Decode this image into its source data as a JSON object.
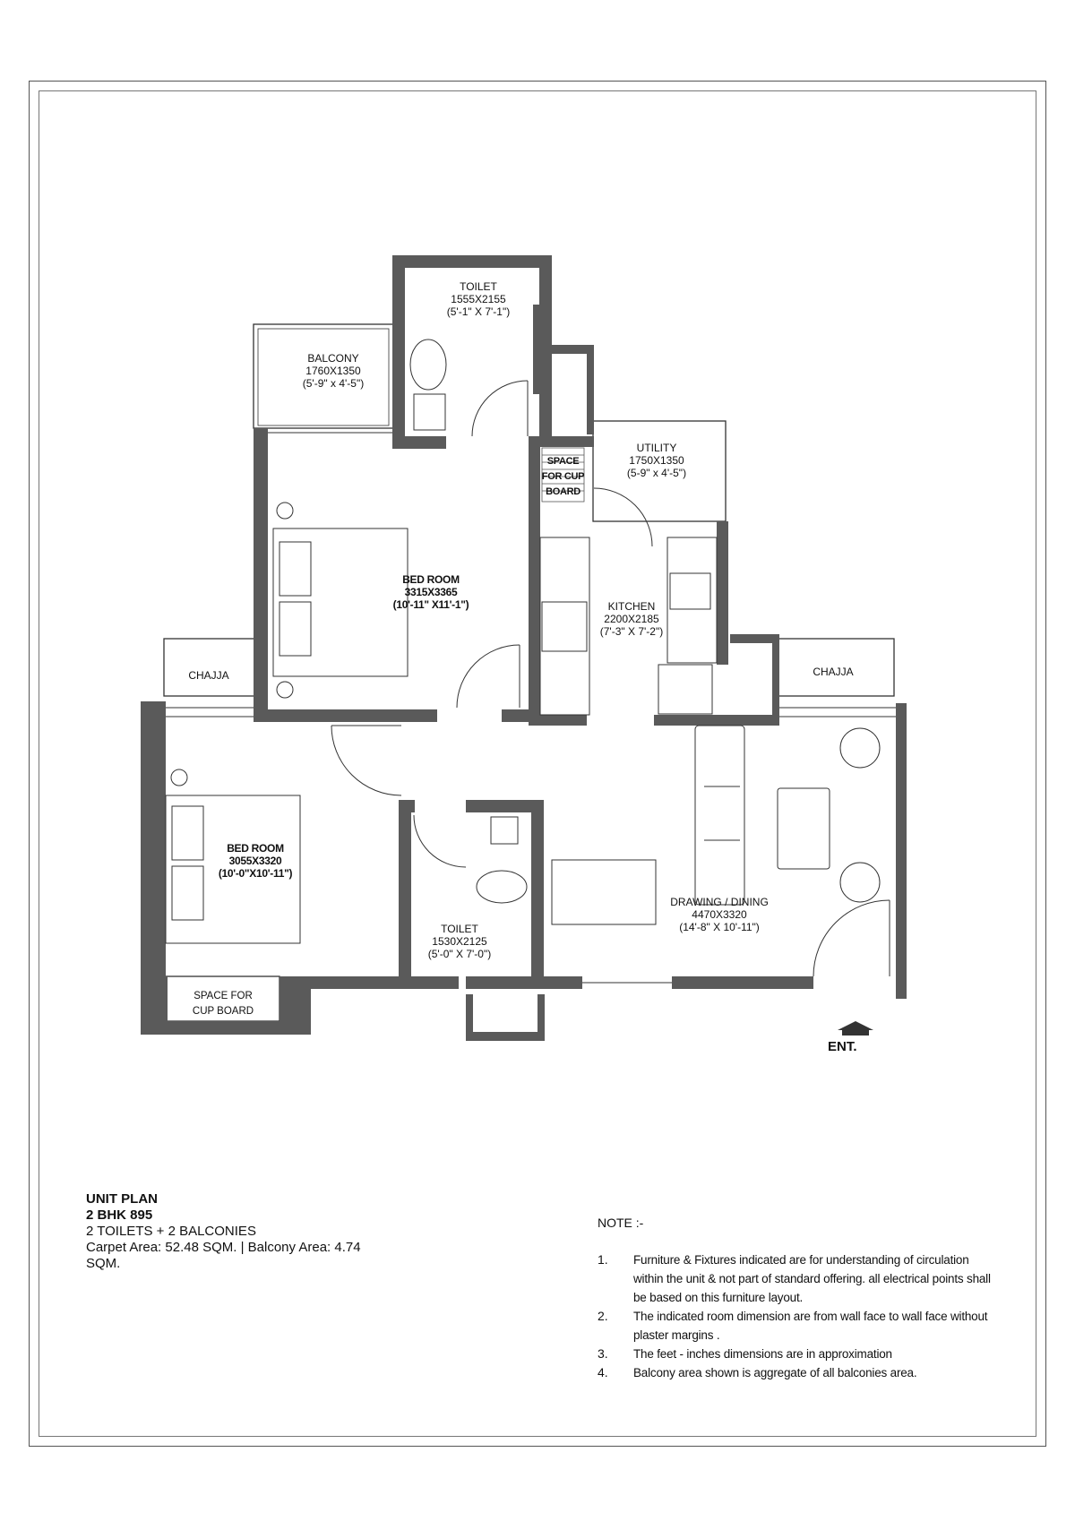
{
  "plan": {
    "rooms": [
      {
        "id": "toilet-1",
        "name": "TOILET",
        "size_mm": "1555X2155",
        "size_ft": "(5'-1\" X 7'-1\")"
      },
      {
        "id": "balcony",
        "name": "BALCONY",
        "size_mm": "1760X1350",
        "size_ft": "(5'-9\" x 4'-5\")"
      },
      {
        "id": "cupboard-1",
        "name": "SPACE FOR CUP BOARD",
        "lines": [
          "SPACE",
          "FOR CUP",
          "BOARD"
        ]
      },
      {
        "id": "utility",
        "name": "UTILITY",
        "size_mm": "1750X1350",
        "size_ft": "(5-9\" x 4'-5\")"
      },
      {
        "id": "bedroom-1",
        "name": "BED ROOM",
        "size_mm": "3315X3365",
        "size_ft": "(10'-11\" X11'-1\")"
      },
      {
        "id": "kitchen",
        "name": "KITCHEN",
        "size_mm": "2200X2185",
        "size_ft": "(7'-3\" X 7'-2\")"
      },
      {
        "id": "chajja-left",
        "name": "CHAJJA"
      },
      {
        "id": "chajja-right",
        "name": "CHAJJA"
      },
      {
        "id": "bedroom-2",
        "name": "BED ROOM",
        "size_mm": "3055X3320",
        "size_ft": "(10'-0\"X10'-11\")"
      },
      {
        "id": "toilet-2",
        "name": "TOILET",
        "size_mm": "1530X2125",
        "size_ft": "(5'-0\" X 7'-0\")"
      },
      {
        "id": "drawing-dining",
        "name": "DRAWING / DINING",
        "size_mm": "4470X3320",
        "size_ft": "(14'-8\" X 10'-11\")"
      },
      {
        "id": "cupboard-2",
        "name": "SPACE FOR CUP BOARD",
        "lines": [
          "SPACE FOR",
          "CUP BOARD"
        ]
      }
    ],
    "entrance_label": "ENT.",
    "colors": {
      "wall": "#5a5a5a",
      "line": "#333333",
      "paper": "#ffffff"
    }
  },
  "unit": {
    "title": "UNIT PLAN",
    "type": "2 BHK 895",
    "config": "2 TOILETS + 2 BALCONIES",
    "area_line1": "Carpet Area: 52.48 SQM. |  Balcony Area: 4.74",
    "area_line2": "SQM."
  },
  "notes": {
    "heading": "NOTE :-",
    "items": [
      {
        "num": "1.",
        "text": "Furniture & Fixtures  indicated are for understanding of circulation within the unit & not part of standard offering. all electrical points shall be  based on this furniture layout."
      },
      {
        "num": "2.",
        "text": "The indicated room dimension are from wall face to wall face without plaster margins ."
      },
      {
        "num": "3.",
        "text": "The feet - inches dimensions are in approximation"
      },
      {
        "num": "4.",
        "text": "Balcony area shown is aggregate of all balconies area."
      }
    ]
  }
}
